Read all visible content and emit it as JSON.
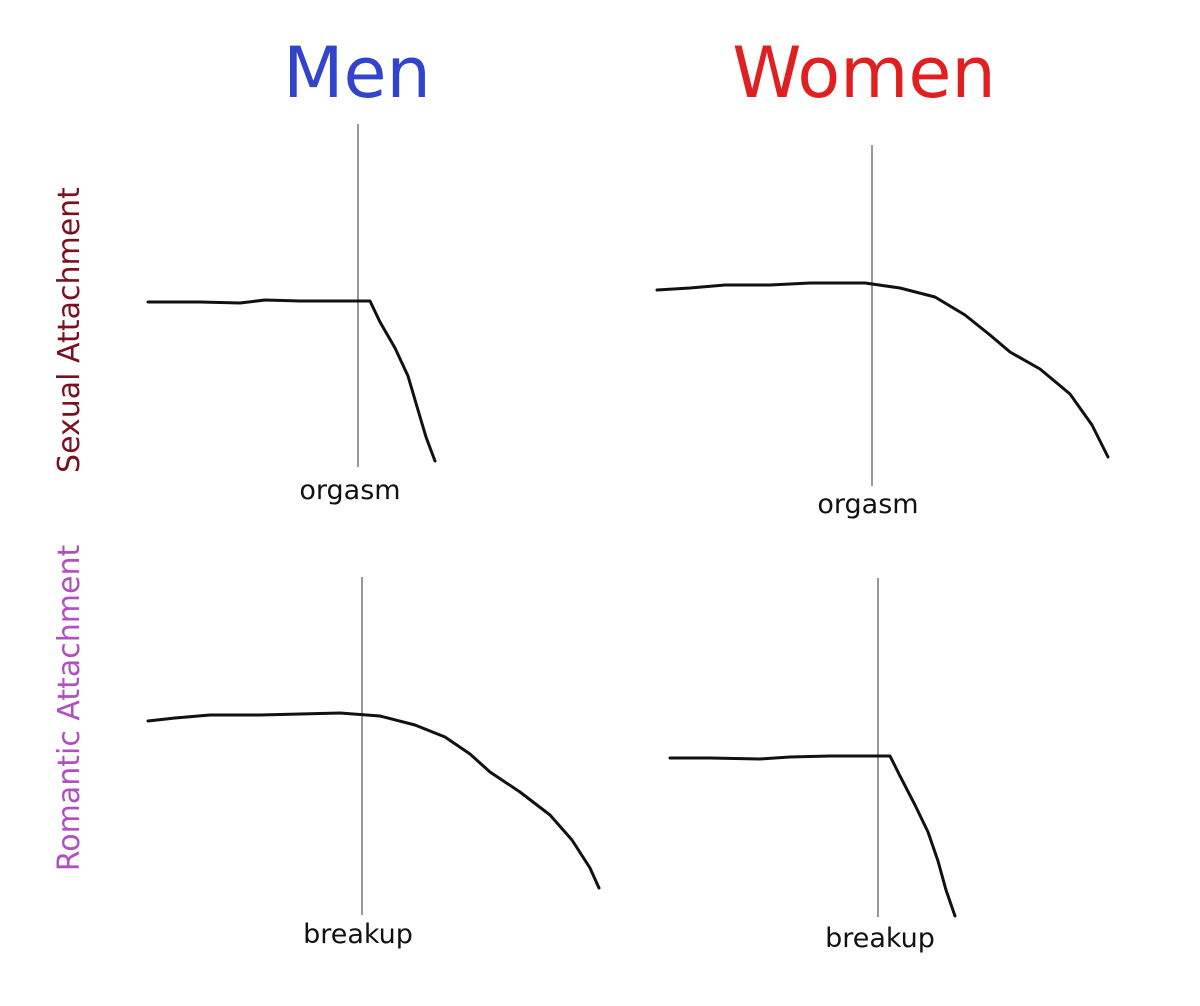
{
  "columns": [
    {
      "label": "Men",
      "color": "#3344cc"
    },
    {
      "label": "Women",
      "color": "#e02020"
    }
  ],
  "rows": [
    {
      "label": "Sexual Attachment",
      "color": "#7a1020"
    },
    {
      "label": "Romantic Attachment",
      "color": "#b050c0"
    }
  ],
  "panels": {
    "men_sexual": {
      "event": "orgasm",
      "drop": "sharp"
    },
    "women_sexual": {
      "event": "orgasm",
      "drop": "gradual"
    },
    "men_romantic": {
      "event": "breakup",
      "drop": "gradual"
    },
    "women_romantic": {
      "event": "breakup",
      "drop": "sharp"
    }
  },
  "line_color": "#111111",
  "marker_color": "#777777"
}
